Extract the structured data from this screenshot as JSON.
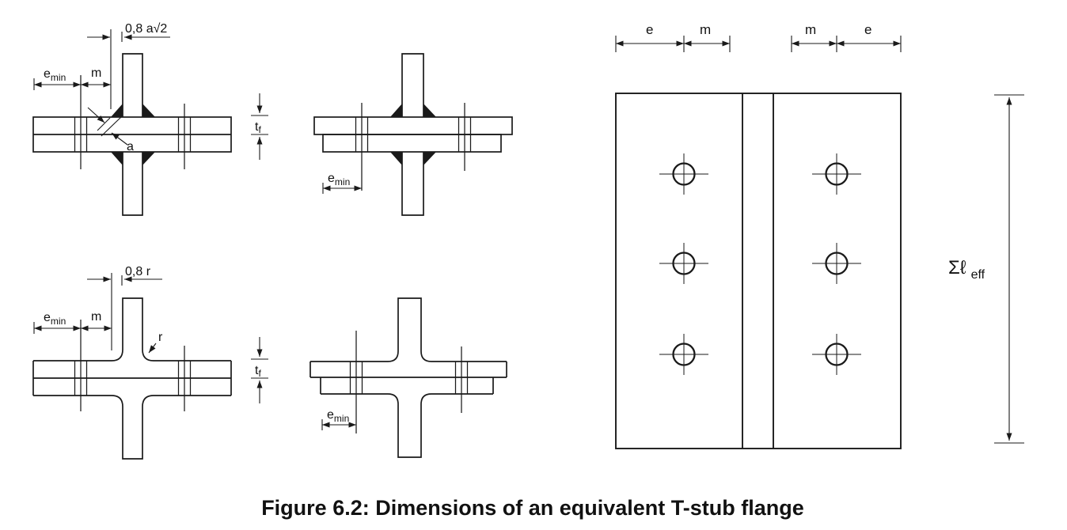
{
  "figure": {
    "caption": "Figure 6.2: Dimensions of an equivalent T-stub flange"
  },
  "diagrams": {
    "welded_tstub_section": {
      "dim_weld_offset": "0,8 a√2",
      "dim_edge_base": "e",
      "dim_edge_sub": "min",
      "dim_m": "m",
      "label_weld_throat": "a",
      "dim_thickness_base": "t",
      "dim_thickness_sub": "f"
    },
    "welded_tstub_section_offset": {
      "dim_edge_base": "e",
      "dim_edge_sub": "min"
    },
    "rolled_tstub_section": {
      "dim_fillet_offset": "0,8 r",
      "dim_edge_base": "e",
      "dim_edge_sub": "min",
      "dim_m": "m",
      "label_fillet_radius": "r",
      "dim_thickness_base": "t",
      "dim_thickness_sub": "f"
    },
    "rolled_tstub_section_offset": {
      "dim_edge_base": "e",
      "dim_edge_sub": "min"
    },
    "flange_plan": {
      "dim_e_left": "e",
      "dim_m_left": "m",
      "dim_m_right": "m",
      "dim_e_right": "e",
      "dim_eff_length_base": "Σℓ",
      "dim_eff_length_sub": "eff"
    }
  }
}
